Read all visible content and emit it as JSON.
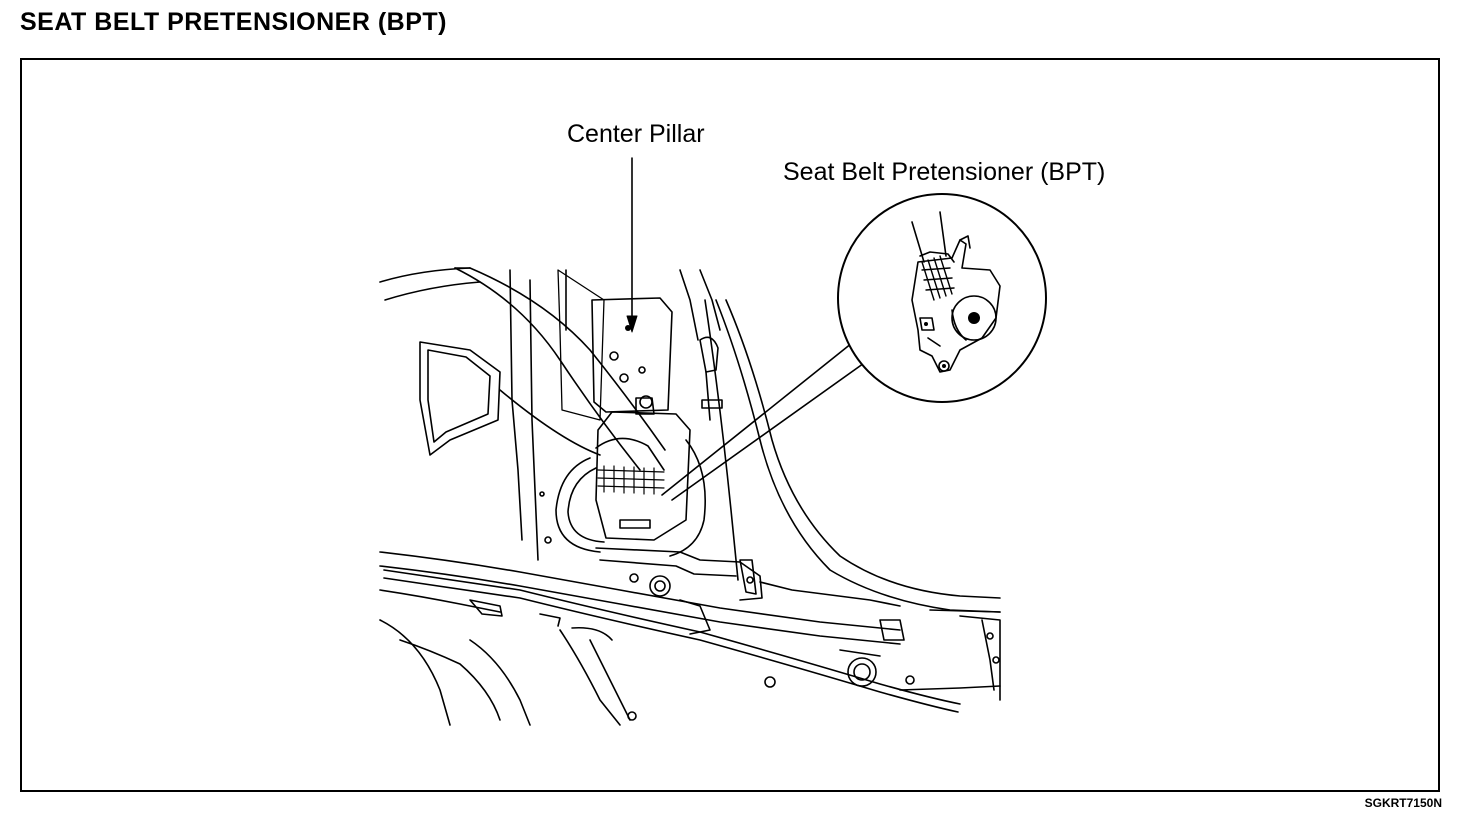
{
  "header": {
    "title": "SEAT BELT PRETENSIONER (BPT)"
  },
  "figure": {
    "callouts": {
      "center_pillar": "Center Pillar",
      "seat_belt_pretensioner": "Seat Belt Pretensioner (BPT)"
    },
    "code": "SGKRT7150N"
  },
  "colors": {
    "ink": "#000000",
    "paper": "#ffffff"
  }
}
